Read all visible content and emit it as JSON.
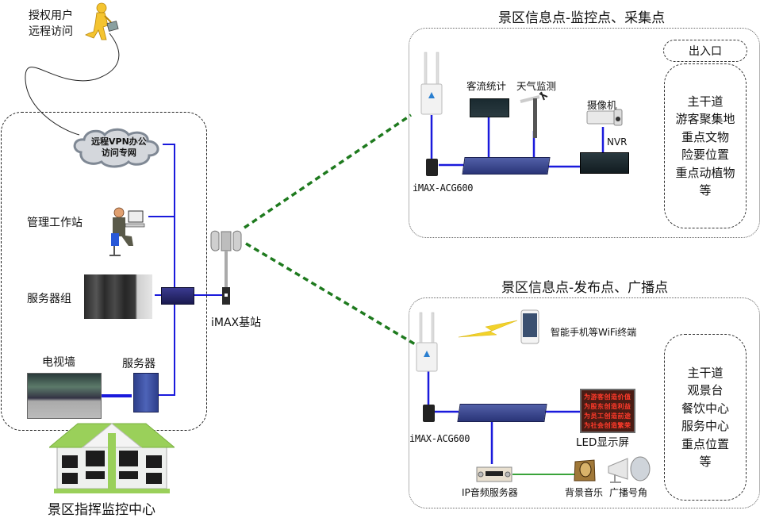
{
  "diagram": {
    "title_top": "景区信息点-监控点、采集点",
    "title_bottom": "景区信息点-发布点、广播点",
    "command_center": {
      "label": "景区指挥监控中心",
      "remote_user": [
        "授权用户",
        "远程访问"
      ],
      "vpn_cloud": [
        "远程VPN办公",
        "访问专网"
      ],
      "workstation": "管理工作站",
      "server_group": "服务器组",
      "video_wall": "电视墙",
      "server": "服务器"
    },
    "base_station": {
      "label": "iMAX基站"
    },
    "monitor_site": {
      "ap_label": "iMAX-ACG600",
      "flow_counter": "客流统计",
      "weather": "天气监测",
      "camera": "摄像机",
      "nvr": "NVR",
      "entrance_pill": "出入口",
      "locations": [
        "主干道",
        "游客聚集地",
        "重点文物",
        "险要位置",
        "重点动植物",
        "等"
      ]
    },
    "publish_site": {
      "ap_label": "iMAX-ACG600",
      "wifi_terminal": "智能手机等WiFi终端",
      "led_screen": "LED显示屏",
      "led_lines": [
        "为游客创造价值",
        "为股东创造利益",
        "为员工创造前途",
        "为社会创造繁荣"
      ],
      "audio_server": "IP音频服务器",
      "bg_music": "背景音乐",
      "horn": "广播号角",
      "locations": [
        "主干道",
        "观景台",
        "餐饮中心",
        "服务中心",
        "重点位置",
        "等"
      ]
    },
    "colors": {
      "wired_link": "#1a1adc",
      "wireless_link": "#1e7a1e",
      "audio_link": "#3aa33a",
      "building_roof": "#9ad05a"
    }
  }
}
